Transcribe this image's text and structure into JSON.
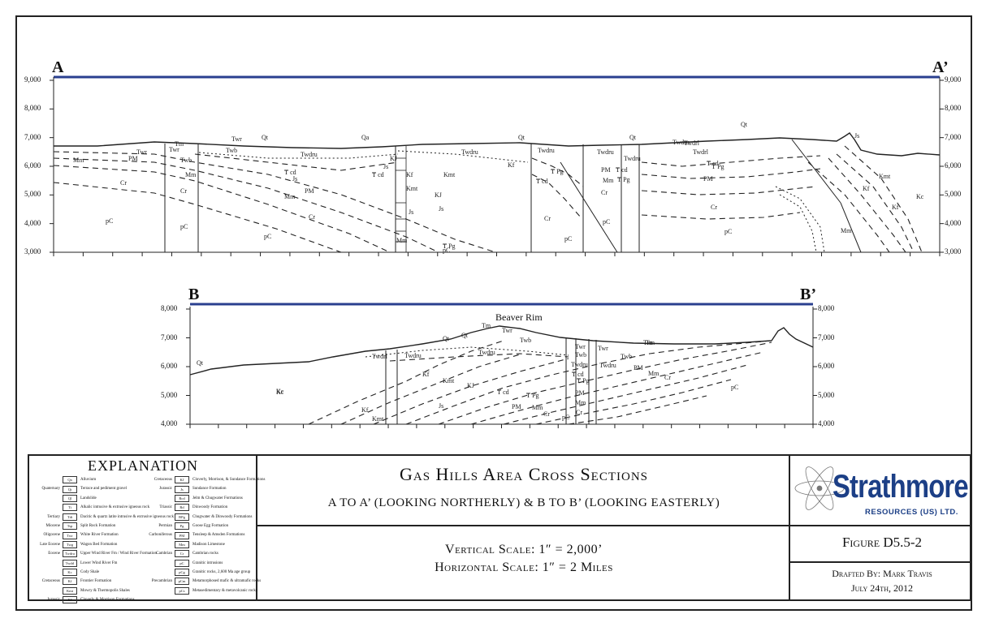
{
  "section_a": {
    "left_letter": "A",
    "right_letter": "A’",
    "elevation_ticks": [
      "9,000",
      "8,000",
      "7,000",
      "6,000",
      "5,000",
      "4,000",
      "3,000"
    ],
    "units": [
      {
        "t": "Twr"
      },
      {
        "t": "Tm"
      },
      {
        "t": "Twr"
      },
      {
        "t": "Twr"
      },
      {
        "t": "Twb"
      },
      {
        "t": "Qt"
      },
      {
        "t": "Qa"
      },
      {
        "t": "Qt"
      },
      {
        "t": "Qt"
      },
      {
        "t": "Qt"
      },
      {
        "t": "Mm"
      },
      {
        "t": "PM"
      },
      {
        "t": "Twb"
      },
      {
        "t": "Twdru"
      },
      {
        "t": "Twdru"
      },
      {
        "t": "Twdru"
      },
      {
        "t": "Twdru"
      },
      {
        "t": "Twdru"
      },
      {
        "t": "Twdru"
      },
      {
        "t": "Twdrl"
      },
      {
        "t": "Twdrl"
      },
      {
        "t": "Js"
      },
      {
        "t": "KJ"
      },
      {
        "t": "Kf"
      },
      {
        "t": "Kmt"
      },
      {
        "t": "KJ"
      },
      {
        "t": "Kf"
      },
      {
        "t": "Kmt"
      },
      {
        "t": "Cr"
      },
      {
        "t": "Cr"
      },
      {
        "t": "Cr"
      },
      {
        "t": "Cr"
      },
      {
        "t": "Cr"
      },
      {
        "t": "Cr"
      },
      {
        "t": "pC"
      },
      {
        "t": "pC"
      },
      {
        "t": "pC"
      },
      {
        "t": "pC"
      },
      {
        "t": "pC"
      },
      {
        "t": "pC"
      },
      {
        "t": "pC"
      },
      {
        "t": "Mm"
      },
      {
        "t": "Mm"
      },
      {
        "t": "Mm"
      },
      {
        "t": "PM"
      },
      {
        "t": "PM"
      },
      {
        "t": "PM"
      },
      {
        "t": "Js"
      },
      {
        "t": "Js"
      },
      {
        "t": "Js"
      },
      {
        "t": "Ⓡ cd"
      },
      {
        "t": "Ⓡ cd"
      },
      {
        "t": "Ⓡ cd"
      },
      {
        "t": "Ⓡ cd"
      },
      {
        "t": "Ⓡ cd"
      },
      {
        "t": "Ⓡ Pg"
      },
      {
        "t": "Ⓡ Pg"
      },
      {
        "t": "Ⓡ Pg"
      },
      {
        "t": "Ⓡ Pg"
      },
      {
        "t": "Kc"
      },
      {
        "t": "Kmt"
      },
      {
        "t": "Kf"
      },
      {
        "t": "Mm"
      },
      {
        "t": "Kf"
      },
      {
        "t": "Mm"
      },
      {
        "t": "Js"
      }
    ]
  },
  "section_b": {
    "left_letter": "B",
    "right_letter": "B’",
    "elevation_ticks": [
      "8,000",
      "7,000",
      "6,000",
      "5,000",
      "4,000"
    ],
    "peak_label": "Beaver Rim",
    "units": [
      {
        "t": "Tm"
      },
      {
        "t": "Twr"
      },
      {
        "t": "Twb"
      },
      {
        "t": "Qt"
      },
      {
        "t": "Qt"
      },
      {
        "t": "Qt"
      },
      {
        "t": "Twdru"
      },
      {
        "t": "Twdrl"
      },
      {
        "t": "Twdru"
      },
      {
        "t": "Kc"
      },
      {
        "t": "Kf"
      },
      {
        "t": "Kmt"
      },
      {
        "t": "KJ"
      },
      {
        "t": "Ⓡ cd"
      },
      {
        "t": "Ⓡ Pg"
      },
      {
        "t": "Js"
      },
      {
        "t": "PM"
      },
      {
        "t": "Mm"
      },
      {
        "t": "Cr"
      },
      {
        "t": "pC"
      },
      {
        "t": "Tm"
      },
      {
        "t": "Twr"
      },
      {
        "t": "Twb"
      },
      {
        "t": "Twdru"
      },
      {
        "t": "Ⓡ cd"
      },
      {
        "t": "Ⓡ Pg"
      },
      {
        "t": "PM"
      },
      {
        "t": "Mm"
      },
      {
        "t": "Cr"
      },
      {
        "t": "Tm"
      },
      {
        "t": "Twr"
      },
      {
        "t": "Twb"
      },
      {
        "t": "Twdru"
      },
      {
        "t": "PM"
      },
      {
        "t": "Mm"
      },
      {
        "t": "Cr"
      },
      {
        "t": "Kc"
      },
      {
        "t": "pC"
      },
      {
        "t": "Kf"
      },
      {
        "t": "Kmt"
      }
    ]
  },
  "explanation": {
    "title": "EXPLANATION",
    "left_rows": [
      {
        "era": "",
        "code": "Qa",
        "desc": "Alluvium"
      },
      {
        "era": "Quaternary",
        "code": "Qt",
        "desc": "Terrace and pediment gravel"
      },
      {
        "era": "",
        "code": "Ql",
        "desc": "Landslide"
      },
      {
        "era": "",
        "code": "Ti",
        "desc": "Alkalic intrusive & extrusive igneous rock"
      },
      {
        "era": "Tertiary",
        "code": "Tdi",
        "desc": "Dacitic & quartz latite intrusive & extrusive igneous rock"
      },
      {
        "era": "Miocene",
        "code": "Tsp",
        "desc": "Split Rock Formation"
      },
      {
        "era": "Oligocene",
        "code": "Twr",
        "desc": "White River Formation"
      },
      {
        "era": "Late Eocene",
        "code": "Twg",
        "desc": "Wagon Bed Formation"
      },
      {
        "era": "Eocene",
        "code": "Twdru",
        "desc": "Upper Wind River Fm / Wind River Formation"
      },
      {
        "era": "",
        "code": "Twdrl",
        "desc": "Lower Wind River Fm"
      },
      {
        "era": "",
        "code": "Kc",
        "desc": "Cody Shale"
      },
      {
        "era": "Cretaceous",
        "code": "Kf",
        "desc": "Frontier Formation"
      },
      {
        "era": "",
        "code": "Kmt",
        "desc": "Mowry & Thermopolis Shales"
      },
      {
        "era": "Jurassic",
        "code": "KJ",
        "desc": "Cloverly & Morrison Formations"
      }
    ],
    "right_rows": [
      {
        "era": "Cretaceous",
        "code": "KJ",
        "desc": "Cloverly, Morrison, & Sundance Formations"
      },
      {
        "era": "Jurassic",
        "code": "Js",
        "desc": "Sundance Formation"
      },
      {
        "era": "",
        "code": "Rcd",
        "desc": "Jelm & Chugwater Formations"
      },
      {
        "era": "Triassic",
        "code": "Rd",
        "desc": "Dinwoody Formation"
      },
      {
        "era": "",
        "code": "RPg",
        "desc": "Chugwater & Dinwoody Formations"
      },
      {
        "era": "Permian",
        "code": "Pg",
        "desc": "Goose Egg Formation"
      },
      {
        "era": "Carboniferous",
        "code": "PM",
        "desc": "Tensleep & Amsden Formations"
      },
      {
        "era": "",
        "code": "Mm",
        "desc": "Madison Limestone"
      },
      {
        "era": "Cambrian",
        "code": "Cr",
        "desc": "Cambrian rocks"
      },
      {
        "era": "",
        "code": "pC",
        "desc": "Granitic intrusions"
      },
      {
        "era": "",
        "code": "pCg",
        "desc": "Granitic rocks, 2,600 Ma age group"
      },
      {
        "era": "Precambrian",
        "code": "pCm",
        "desc": "Metamorphosed mafic & ultramafic rocks"
      },
      {
        "era": "",
        "code": "pCs",
        "desc": "Metasedimentary & metavolcanic rocks"
      }
    ]
  },
  "title_block": {
    "title": "Gas Hills Area Cross Sections",
    "subtitle": "A TO A’ (LOOKING NORTHERLY) & B TO B’ (LOOKING EASTERLY)",
    "vertical_scale": "Vertical Scale:  1″ = 2,000’",
    "horizontal_scale": "Horizontal Scale:  1″ = 2 Miles",
    "logo_word": "Strathmore",
    "logo_sub": "RESOURCES (US) LTD.",
    "figure": "Figure D5.5-2",
    "drafted_by": "Drafted By: Mark Travis",
    "date": "July 24th, 2012"
  },
  "colors": {
    "datum_line": "#2a3f8f",
    "logo": "#1c3f86",
    "ink": "#222222"
  }
}
